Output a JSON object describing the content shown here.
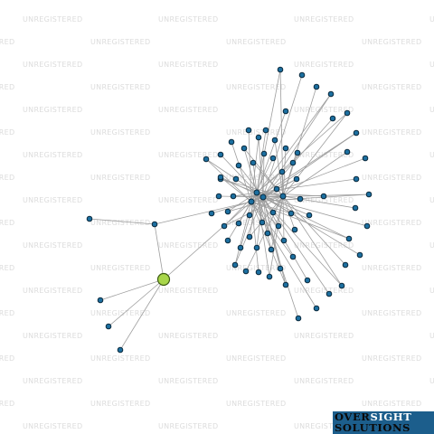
{
  "watermark": {
    "text": "UNREGISTERED",
    "color": "#dcdcdc"
  },
  "logo": {
    "line1_a": "OVER",
    "line1_b": "SIGHT",
    "line2": "SOLUTIONS",
    "background": "#1c5e8c"
  },
  "graph": {
    "node_color": "#1c6fa0",
    "focus_node_color": "#a8d64a",
    "edge_color": "#9e9e9e",
    "node_count": 96,
    "focus_node": "focus",
    "hubs": [
      "hub1",
      "hub2",
      "hub3",
      "hub4"
    ]
  }
}
